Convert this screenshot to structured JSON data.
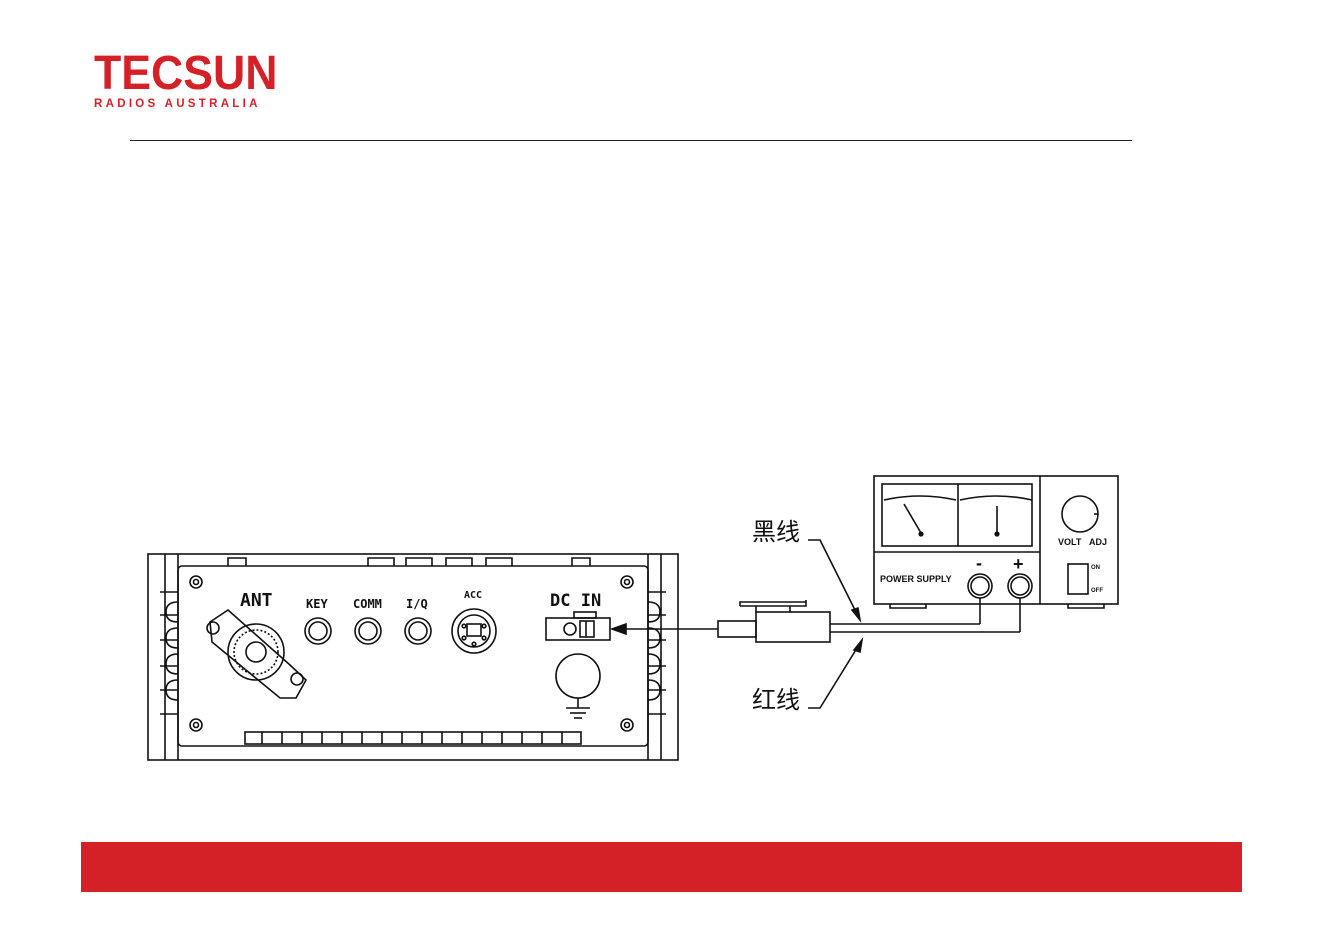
{
  "header": {
    "logo_main": "TECSUN",
    "logo_sub": "RADIOS AUSTRALIA"
  },
  "radio_panel": {
    "ant": "ANT",
    "key": "KEY",
    "comm": "COMM",
    "iq": "I/Q",
    "acc": "ACC",
    "dc_in": "DC IN"
  },
  "power_supply": {
    "title": "POWER SUPPLY",
    "minus": "-",
    "plus": "+",
    "volt": "VOLT",
    "adj": "ADJ",
    "on": "ON",
    "off": "OFF"
  },
  "wires": {
    "black_wire": "黑线",
    "red_wire": "红线"
  },
  "colors": {
    "brand_red": "#d42027"
  }
}
